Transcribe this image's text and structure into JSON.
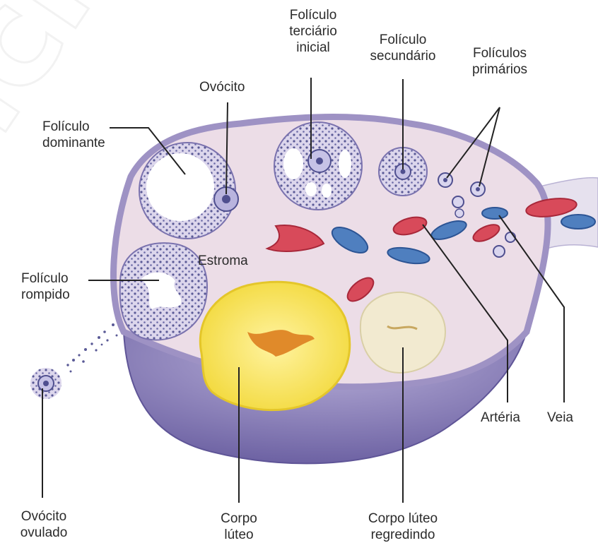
{
  "watermark": "acia",
  "labels": {
    "foliculo_terciario": [
      "Folículo",
      "terciário",
      "inicial"
    ],
    "foliculo_secundario": [
      "Folículo",
      "secundário"
    ],
    "foliculos_primarios": [
      "Folículos",
      "primários"
    ],
    "ovocito": "Ovócito",
    "foliculo_dominante": [
      "Folículo",
      "dominante"
    ],
    "estroma": "Estroma",
    "foliculo_rompido": [
      "Folículo",
      "rompido"
    ],
    "arteria": "Artéria",
    "veia": "Veia",
    "ovocito_ovulado": [
      "Ovócito",
      "ovulado"
    ],
    "corpo_luteo": [
      "Corpo",
      "lúteo"
    ],
    "corpo_luteo_regredindo": [
      "Corpo lúteo",
      "regredindo"
    ]
  },
  "colors": {
    "ovary_fill": "#e9d9e4",
    "ovary_outline": "#a89ac8",
    "ovary_base": "#7b6fae",
    "follicle_cells": "#5a5a96",
    "corpus_luteum": "#f6e24c",
    "corpus_luteum_center": "#e08a2a",
    "regressing": "#f2ead0",
    "artery": "#d84a5a",
    "vein": "#4f7fbf",
    "leader_line": "#222222"
  }
}
